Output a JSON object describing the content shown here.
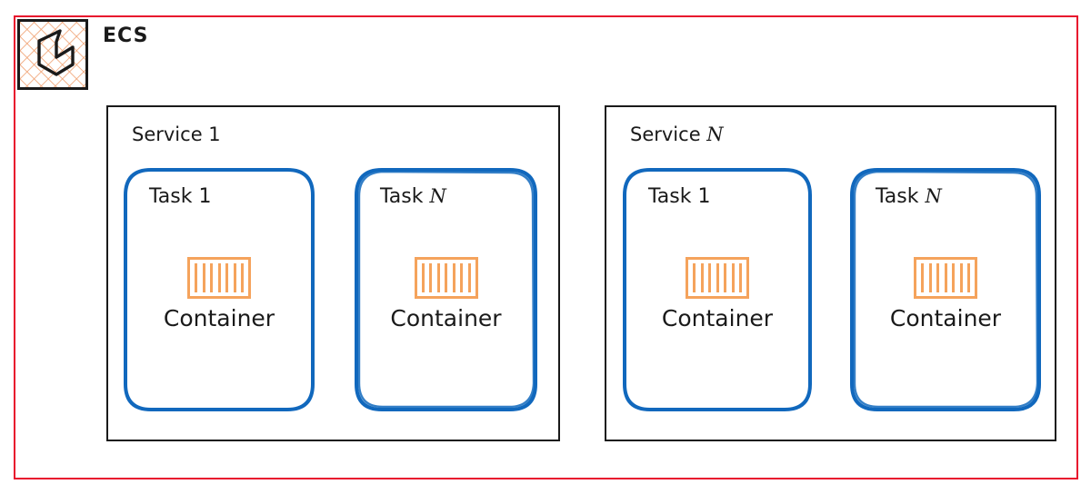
{
  "diagram": {
    "title": "ECS",
    "boundary_color": "#e8112d",
    "task_border_color": "#1168bd",
    "container_color": "#f5a35c",
    "logo_icon": "ecs-hexagon-icon",
    "container_icon": "container-barcode-icon",
    "container_bar_count": 7,
    "services": [
      {
        "label": "Service 1",
        "tasks": [
          {
            "label": "Task 1",
            "sketchy": false,
            "container": {
              "caption": "Container"
            }
          },
          {
            "label": "Task N",
            "sketchy": true,
            "container": {
              "caption": "Container"
            }
          }
        ]
      },
      {
        "label": "Service N",
        "tasks": [
          {
            "label": "Task 1",
            "sketchy": false,
            "container": {
              "caption": "Container"
            }
          },
          {
            "label": "Task N",
            "sketchy": true,
            "container": {
              "caption": "Container"
            }
          }
        ]
      }
    ]
  }
}
